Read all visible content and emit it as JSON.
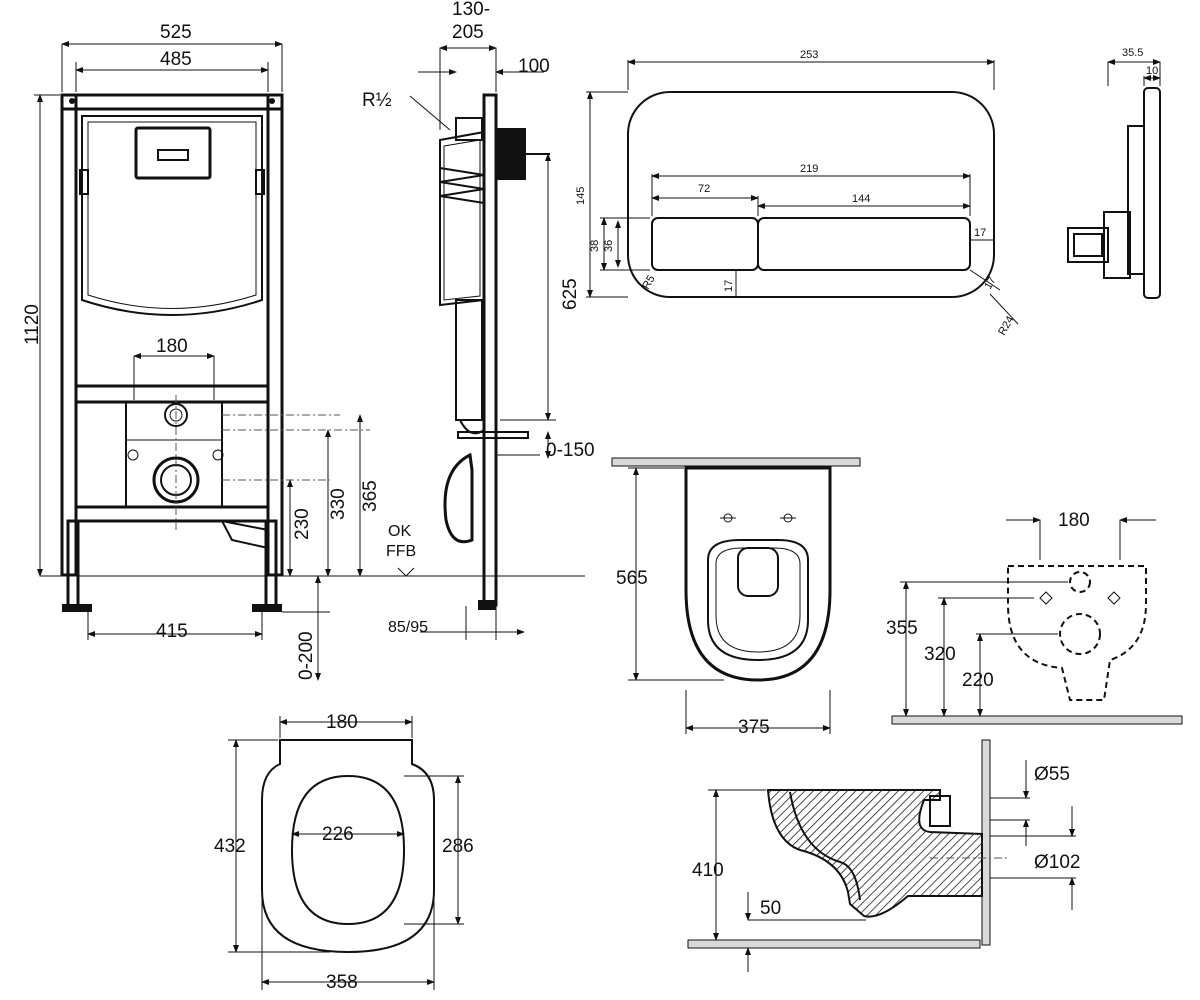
{
  "frame_front": {
    "width_outer": "525",
    "width_inner": "485",
    "height": "1120",
    "drain_spacing": "180",
    "foot_spacing": "415",
    "h_230": "230",
    "h_330": "330",
    "h_365": "365",
    "foot_adjust": "0-200"
  },
  "frame_side": {
    "depth_adjust_top": "130-",
    "depth_adjust_bottom": "205",
    "thread": "R½",
    "offset_100": "100",
    "height_625": "625",
    "offset_0_150": "0-150",
    "floor_label_1": "OK",
    "floor_label_2": "FFB",
    "depth_85_95": "85/95"
  },
  "flush_plate_front": {
    "width": "253",
    "height": "145",
    "buttons_width": "219",
    "small_button": "72",
    "large_button": "144",
    "button_h_38": "38",
    "button_h_36": "36",
    "r5": "R5",
    "d17a": "17",
    "d17b": "17",
    "d17c": "17",
    "r24": "R24"
  },
  "flush_plate_side": {
    "depth": "35.5",
    "plate_thickness": "10"
  },
  "bowl_top": {
    "length": "565",
    "width": "375"
  },
  "bowl_back": {
    "bolt_spacing": "180",
    "h_355": "355",
    "h_320": "320",
    "h_220": "220"
  },
  "seat": {
    "hinge_width": "180",
    "length": "432",
    "opening_width": "226",
    "opening_length": "286",
    "width": "358"
  },
  "bowl_side": {
    "height": "410",
    "dia_55": "Ø55",
    "dia_102": "Ø102",
    "h_50": "50"
  }
}
